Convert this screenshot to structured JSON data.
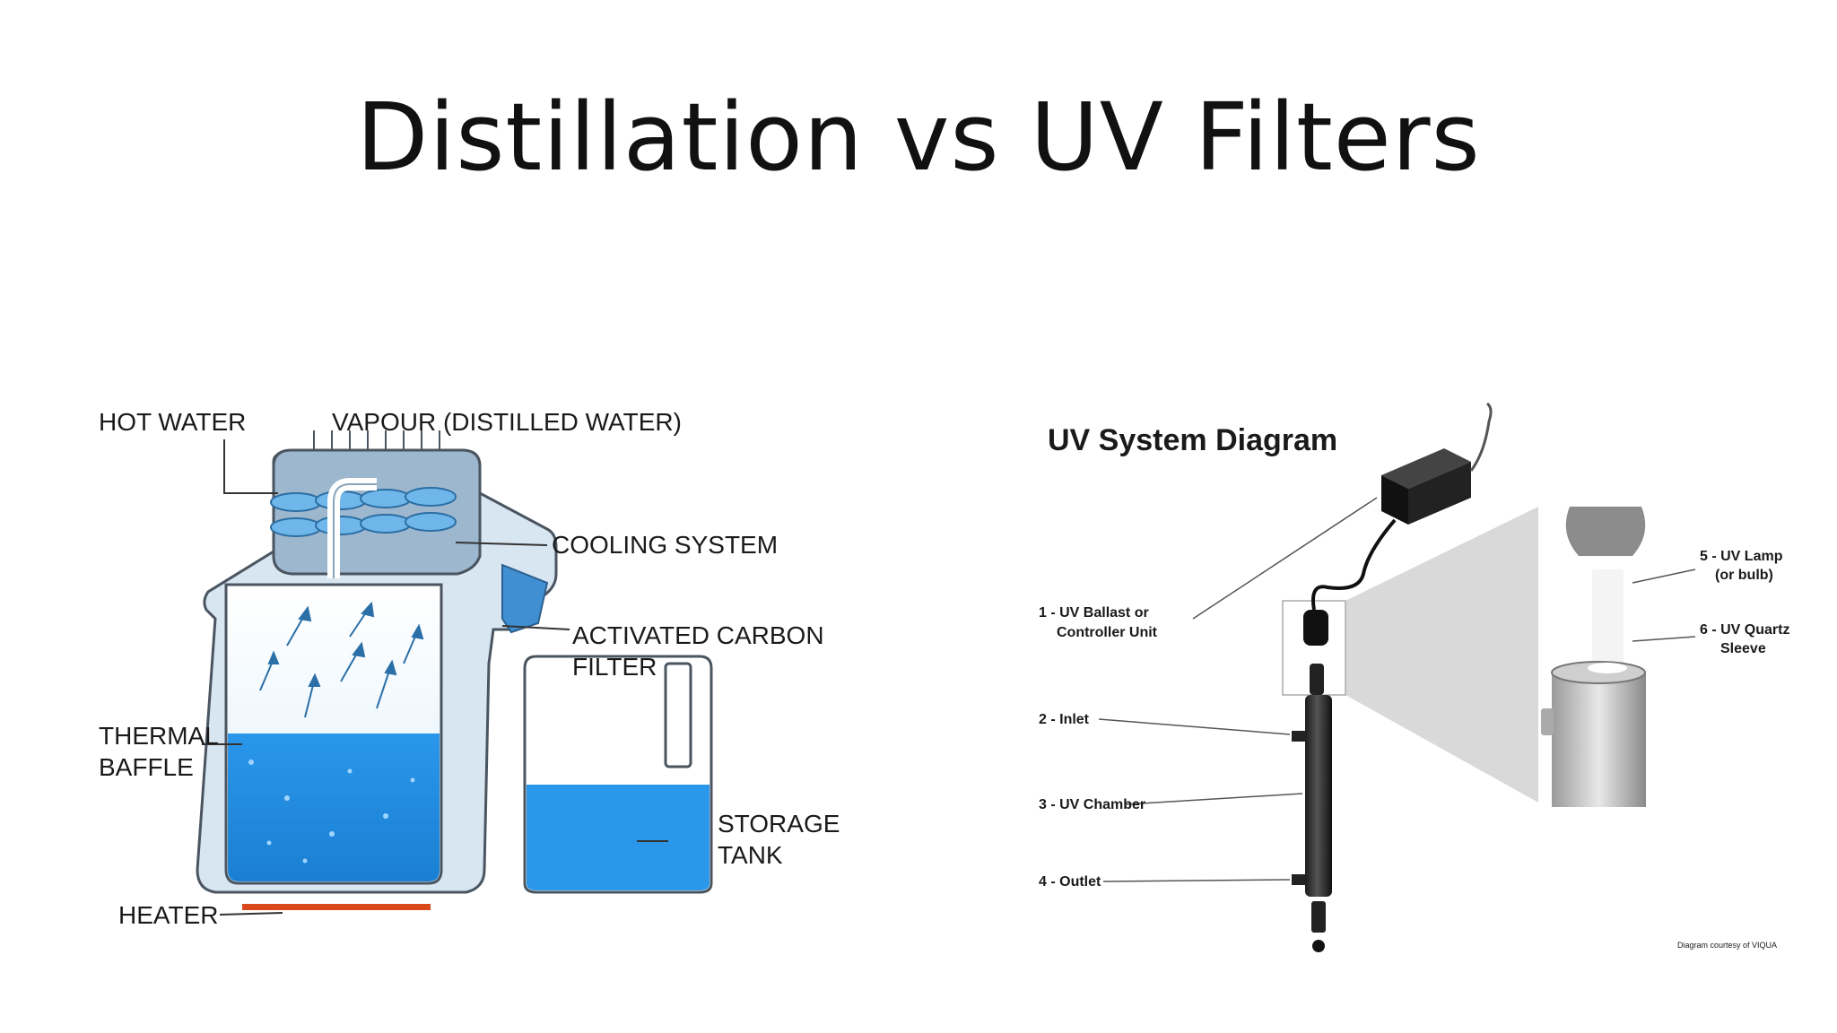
{
  "slide": {
    "title": "Distillation vs UV Filters"
  },
  "distillation": {
    "labels": {
      "hot_water": "HOT WATER",
      "vapour": "VAPOUR (DISTILLED WATER)",
      "cooling": "COOLING SYSTEM",
      "carbon_line1": "ACTIVATED CARBON",
      "carbon_line2": "FILTER",
      "baffle_line1": "THERMAL",
      "baffle_line2": "BAFFLE",
      "heater": "HEATER",
      "storage_line1": "STORAGE",
      "storage_line2": "TANK"
    },
    "colors": {
      "water": "#1f8ee6",
      "heater": "#d9481c",
      "housing": "#d8e6f2"
    }
  },
  "uv": {
    "title": "UV System Diagram",
    "labels": {
      "ballast_line1": "1 - UV Ballast or",
      "ballast_line2": "Controller Unit",
      "inlet": "2 - Inlet",
      "chamber": "3 - UV Chamber",
      "outlet": "4 - Outlet",
      "lamp_line1": "5 - UV Lamp",
      "lamp_line2": "(or bulb)",
      "sleeve_line1": "6 - UV Quartz",
      "sleeve_line2": "Sleeve",
      "credit": "Diagram courtesy of VIQUA"
    }
  }
}
